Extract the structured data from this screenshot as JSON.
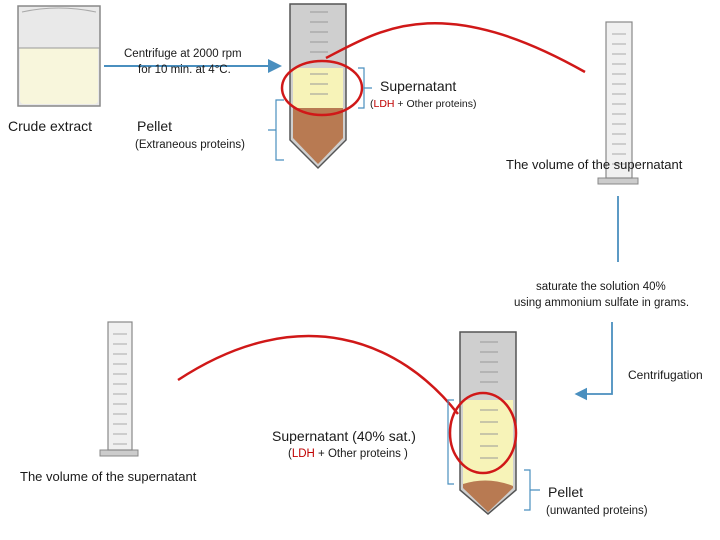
{
  "step1": {
    "centrifuge_text_line1": "Centrifuge at 2000 rpm",
    "centrifuge_text_line2": "for 10 min. at 4°C.",
    "crude_extract_label": "Crude extract",
    "supernatant_label": "Supernatant",
    "supernatant_contents_open": "(",
    "supernatant_contents_ldh": "LDH",
    "supernatant_contents_rest": " + Other proteins)",
    "pellet_label": "Pellet",
    "pellet_contents": "(Extraneous proteins)",
    "volume_label": "The volume of the supernatant"
  },
  "step2": {
    "saturate_line1": "saturate the solution 40%",
    "saturate_line2": "using ammonium sulfate in grams.",
    "centrifugation_label": "Centrifugation",
    "supernatant_label": "Supernatant (40% sat.)",
    "supernatant_contents_open": "(",
    "supernatant_contents_ldh": "LDH",
    "supernatant_contents_rest": " + Other proteins )",
    "volume_label": "The volume of the supernatant",
    "pellet_label": "Pellet",
    "pellet_contents": "(unwanted proteins)"
  },
  "colors": {
    "arrow": "#4a8fbf",
    "highlight_circle": "#d01818",
    "supernatant_liquid": "#f7f3b8",
    "pellet_solid": "#b87a52",
    "tube_gray": "#bdbdbd"
  }
}
